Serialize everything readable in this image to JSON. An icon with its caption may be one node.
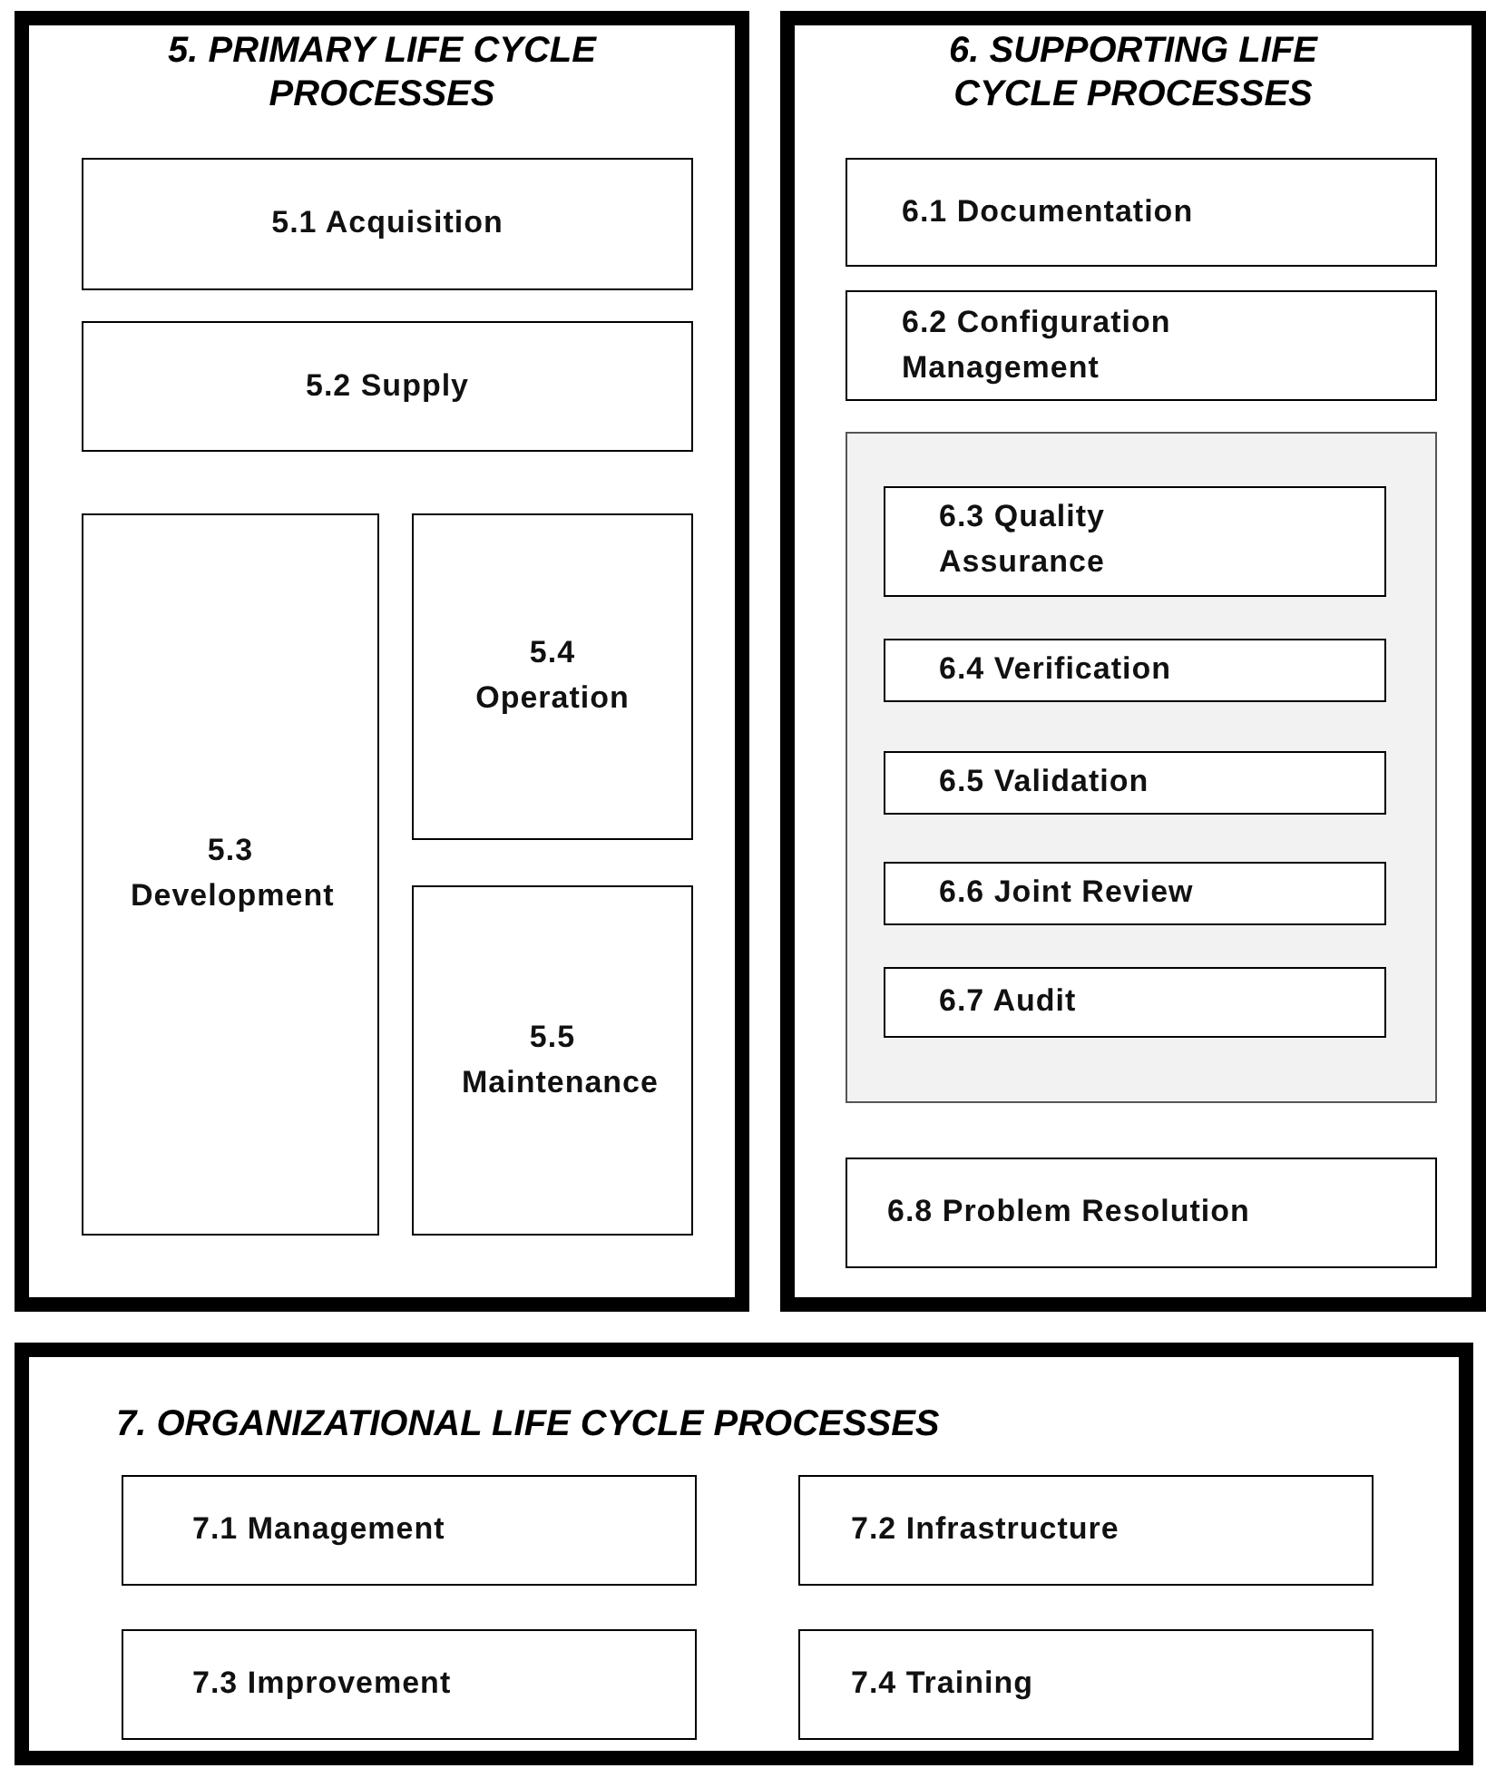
{
  "diagram": {
    "nodes": [
      {
        "text": [
          "5.  PRIMARY LIFE CYCLE PROCESSES"
        ]
      },
      {
        "text": [
          "5.1  Acquisition"
        ],
        "in": 0
      },
      {
        "text": [
          "5.2  Supply"
        ],
        "in": 0
      },
      {
        "text": [
          "5.3 Development"
        ],
        "in": 0
      },
      {
        "text": [
          "5.4 Operation"
        ],
        "in": 0
      },
      {
        "text": [
          "5.5 Maintenance"
        ],
        "in": 0
      },
      {
        "text": [
          "6.  SUPPORTING LIFE CYCLE PROCESSES"
        ]
      },
      {
        "text": [
          "6.1  Documentation"
        ],
        "in": 6
      },
      {
        "text": [
          "6.2  Configuration Management"
        ],
        "in": 6
      },
      {
        "text": [],
        "shape": "box",
        "in": 6
      },
      {
        "text": [
          "6.3  Quality Assurance"
        ],
        "in": 9
      },
      {
        "text": [
          "6.4  Verification"
        ],
        "in": 9
      },
      {
        "text": [
          "6.5  Validation"
        ],
        "in": 9
      },
      {
        "text": [
          "6.6  Joint Review"
        ],
        "in": 9
      },
      {
        "text": [
          "6.7  Audit"
        ],
        "in": 9
      },
      {
        "text": [
          "6.8  Problem Resolution"
        ],
        "in": 6
      },
      {
        "text": [
          "7.  ORGANIZATIONAL LIFE CYCLE PROCESSES"
        ]
      },
      {
        "text": [
          "7.1  Management"
        ],
        "in": 16
      },
      {
        "text": [
          "7.2  Infrastructure"
        ],
        "in": 16
      },
      {
        "text": [
          "7.3  Improvement"
        ],
        "in": 16
      },
      {
        "text": [
          "7.4  Training"
        ],
        "in": 16
      }
    ]
  }
}
